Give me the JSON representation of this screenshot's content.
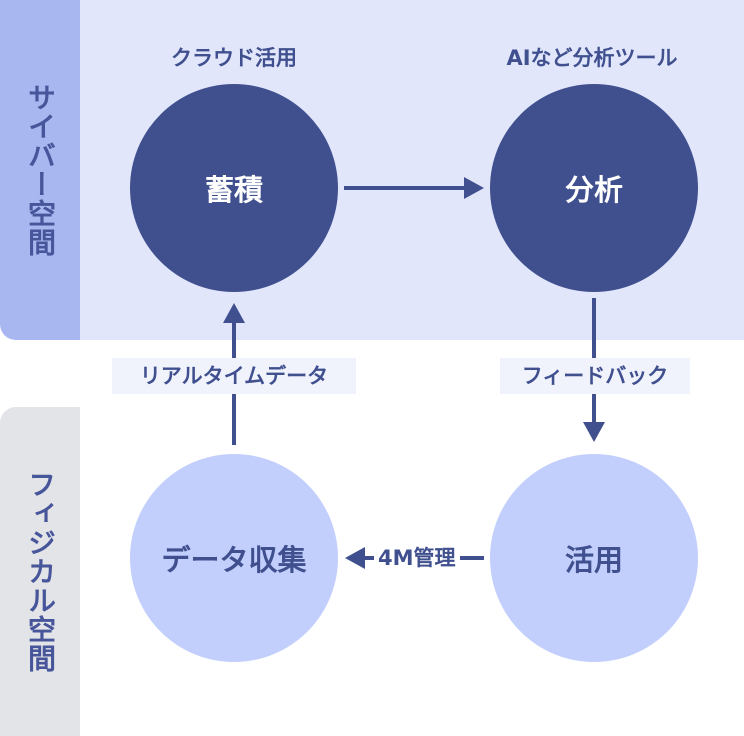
{
  "regions": {
    "cyber": "サイバー空間",
    "physical": "フィジカル空間"
  },
  "nodes": {
    "accumulate": "蓄積",
    "analyze": "分析",
    "utilize": "活用",
    "collect": "データ収集"
  },
  "labels": {
    "cloud": "クラウド活用",
    "ai_tools": "AIなど分析ツール",
    "realtime_data": "リアルタイムデータ",
    "feedback": "フィードバック",
    "management": "4M管理"
  },
  "colors": {
    "dark_node": "#40508f",
    "light_node": "#c2cffc",
    "cyber_bg": "#e1e6fb",
    "cyber_label_bg": "#a8b7ef",
    "physical_label_bg": "#e3e4e7"
  }
}
